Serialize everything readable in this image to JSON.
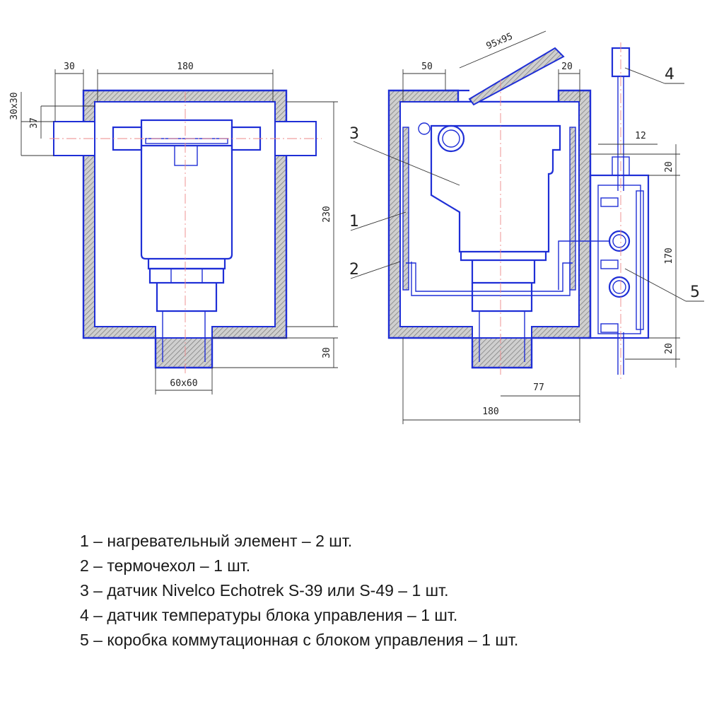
{
  "dimensions": {
    "left_pipe_size": "30x30",
    "left_offset_top": "30",
    "left_width": "180",
    "left_pipe_height": "37",
    "left_height": "230",
    "left_bottom_height": "30",
    "left_bottom_pipe": "60x60",
    "right_lid": "95x95",
    "right_offset_left": "50",
    "right_offset_right": "20",
    "right_box_width": "12",
    "right_top": "20",
    "right_box_height": "170",
    "right_bottom": "20",
    "right_pipe_offset": "77",
    "right_width": "180"
  },
  "callouts": [
    "1",
    "2",
    "3",
    "4",
    "5"
  ],
  "legend": [
    "1 – нагревательный элемент – 2 шт.",
    "2 – термочехол – 1 шт.",
    "3 – датчик Nivelco Echotrek S-39 или S-49 – 1 шт.",
    "4 – датчик температуры блока управления – 1 шт.",
    "5 – коробка коммутационная с блоком управления – 1 шт."
  ],
  "colors": {
    "outline": "#1f2fd6",
    "insulation": "#8a8a8a",
    "centerline": "#e88888"
  }
}
